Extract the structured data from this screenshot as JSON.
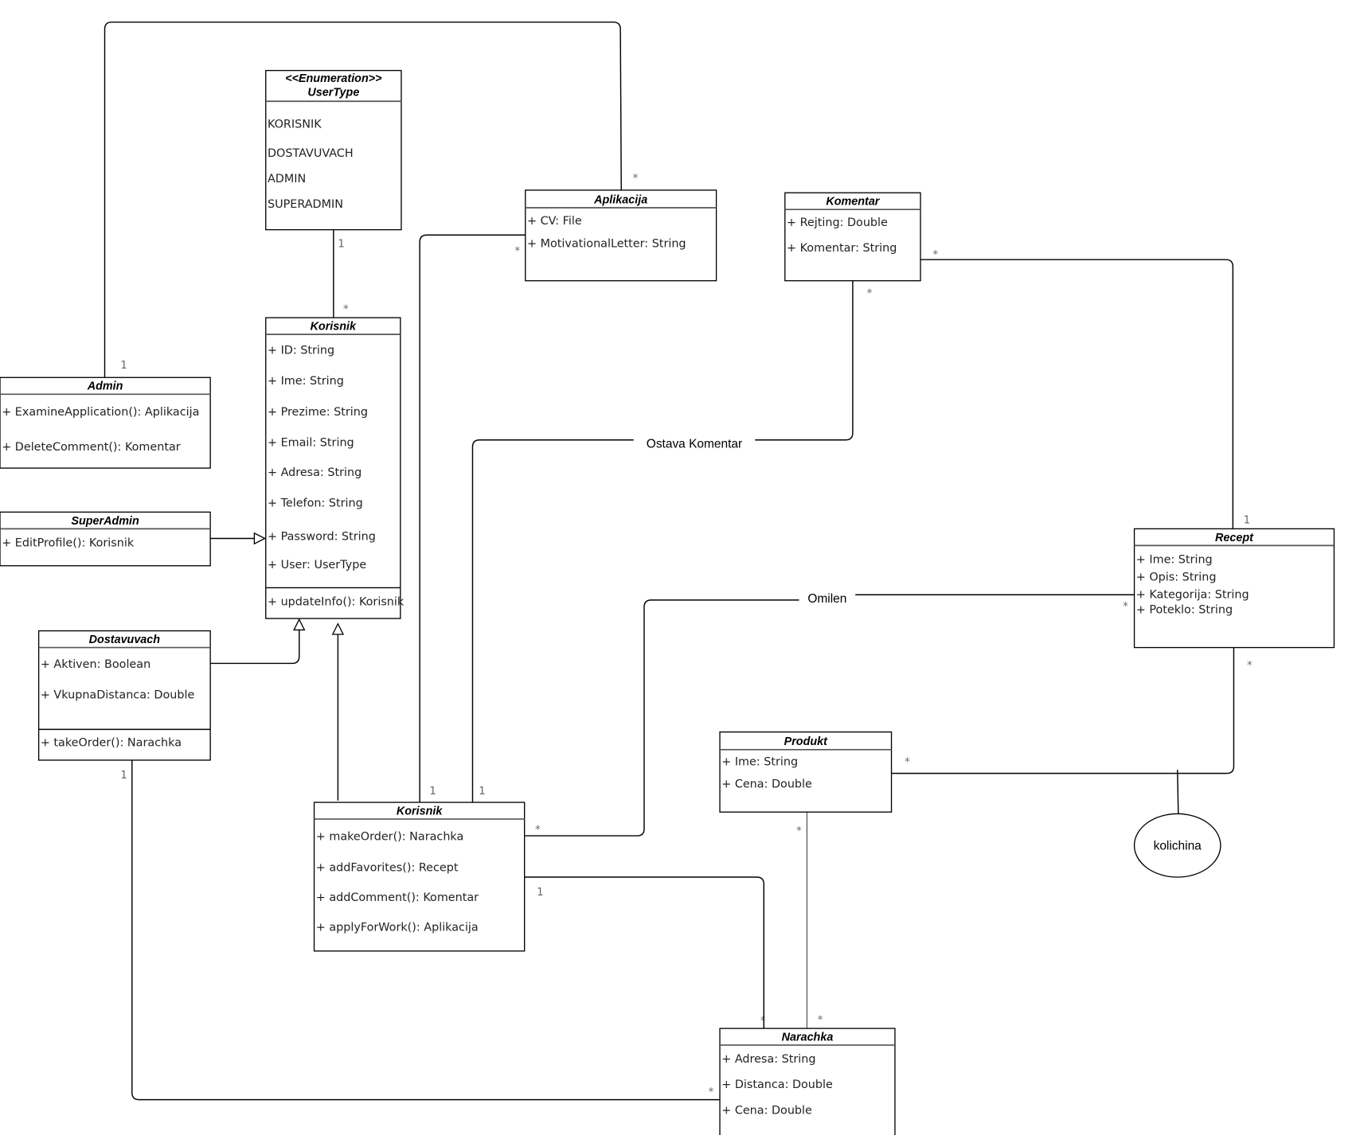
{
  "classes": {
    "usertype": {
      "title": [
        "<<Enumeration>>",
        "UserType"
      ],
      "attributes": [
        "KORISNIK",
        "DOSTAVUVACH",
        "ADMIN",
        "SUPERADMIN"
      ],
      "methods": []
    },
    "korisnik_base": {
      "title": [
        "Korisnik"
      ],
      "attributes": [
        "+ ID: String",
        "+ Ime: String",
        "+ Prezime: String",
        "+ Email: String",
        "+ Adresa: String",
        "+ Telefon: String",
        "+ Password: String",
        "+ User: UserType"
      ],
      "methods": [
        "+ updateInfo(): Korisnik"
      ]
    },
    "admin": {
      "title": [
        "Admin"
      ],
      "attributes": [
        "+ ExamineApplication(): Aplikacija",
        "+ DeleteComment(): Komentar"
      ],
      "methods": []
    },
    "superadmin": {
      "title": [
        "SuperAdmin"
      ],
      "attributes": [
        "+ EditProfile(): Korisnik"
      ],
      "methods": []
    },
    "dostavuvach": {
      "title": [
        "Dostavuvach"
      ],
      "attributes": [
        "+ Aktiven: Boolean",
        "+ VkupnaDistanca: Double"
      ],
      "methods": [
        "+ takeOrder(): Narachka"
      ]
    },
    "aplikacija": {
      "title": [
        "Aplikacija"
      ],
      "attributes": [
        "+ CV: File",
        "+ MotivationalLetter: String"
      ],
      "methods": []
    },
    "komentar": {
      "title": [
        "Komentar"
      ],
      "attributes": [
        "+ Rejting: Double",
        "+ Komentar: String"
      ],
      "methods": []
    },
    "recept": {
      "title": [
        "Recept"
      ],
      "attributes": [
        "+ Ime: String",
        "+ Opis: String",
        "+ Kategorija: String",
        "+ Poteklo: String"
      ],
      "methods": []
    },
    "produkt": {
      "title": [
        "Produkt"
      ],
      "attributes": [
        "+ Ime: String",
        "+ Cena: Double"
      ],
      "methods": []
    },
    "korisnik": {
      "title": [
        "Korisnik"
      ],
      "attributes": [
        "+ makeOrder(): Narachka",
        "+ addFavorites(): Recept",
        "+ addComment(): Komentar",
        "+ applyForWork(): Aplikacija"
      ],
      "methods": []
    },
    "narachka": {
      "title": [
        "Narachka"
      ],
      "attributes": [
        "+ Adresa: String",
        "+ Distanca: Double",
        "+ Cena: Double"
      ],
      "methods": []
    }
  },
  "associations": {
    "ostava_komentar": "Ostava Komentar",
    "omilen": "Omilen",
    "kolichina": "kolichina"
  },
  "multiplicities": [
    "1",
    "*",
    "1",
    "*",
    "*",
    "1",
    "1",
    "1",
    "*",
    "*",
    "1",
    "*",
    "*",
    "*",
    "*",
    "*",
    "*",
    "*",
    "1",
    "*",
    "1",
    "*"
  ]
}
